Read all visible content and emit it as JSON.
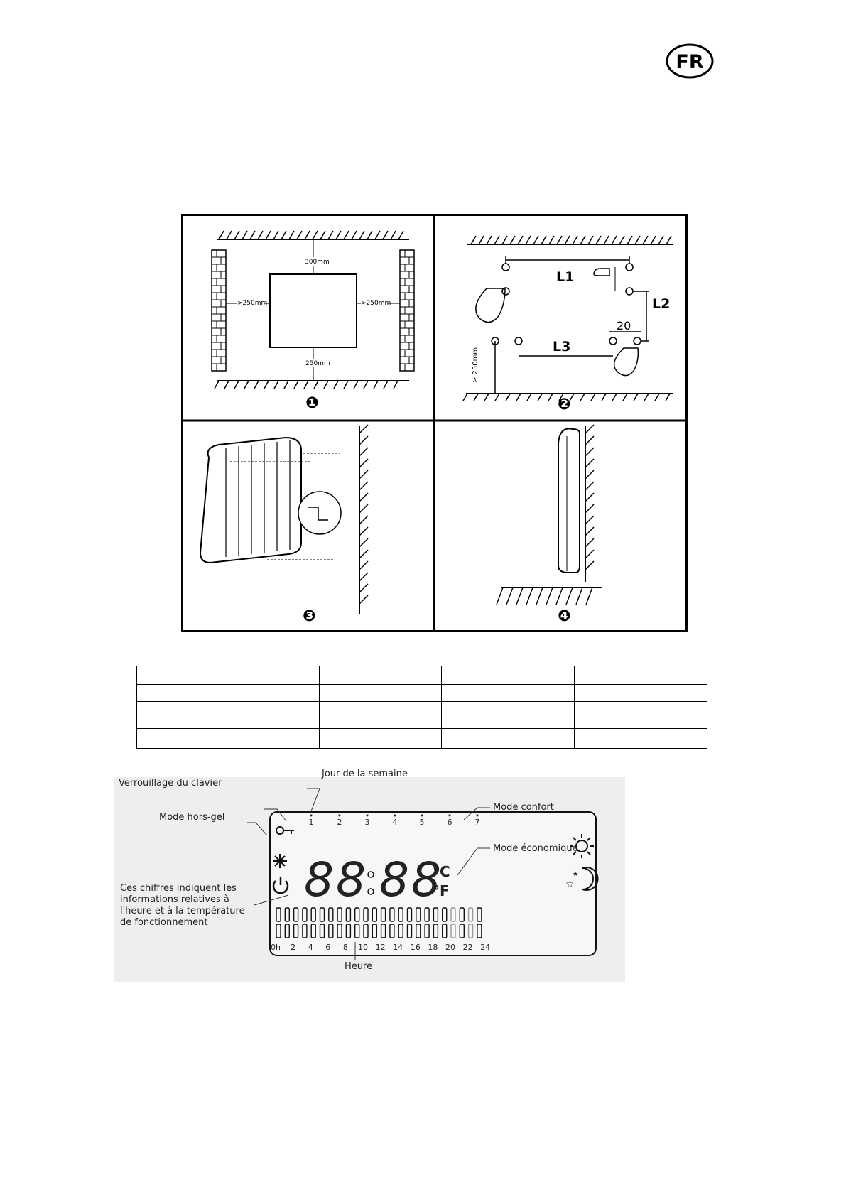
{
  "header": {
    "lang_badge": "FR"
  },
  "figures": {
    "panel1": {
      "number": "❶",
      "top_clearance": "300mm",
      "left_clearance": ">250mm",
      "right_clearance": ">250mm",
      "bottom_clearance": "250mm"
    },
    "panel2": {
      "number": "❷",
      "l1": "L1",
      "l2": "L2",
      "l3": "L3",
      "twenty": "20",
      "floor_clearance": "≥ 250mm"
    },
    "panel3": {
      "number": "❸"
    },
    "panel4": {
      "number": "❹"
    }
  },
  "spec_table": {
    "rows": [
      [
        "",
        "",
        "",
        "",
        ""
      ],
      [
        "",
        "",
        "",
        "",
        ""
      ],
      [
        "",
        "",
        "",
        "",
        ""
      ],
      [
        "",
        "",
        "",
        "",
        ""
      ]
    ]
  },
  "lcd": {
    "labels": {
      "keyboard_lock": "Verrouillage du clavier",
      "day_of_week": "Jour de la semaine",
      "frost_mode": "Mode hors-gel",
      "comfort_mode": "Mode confort",
      "eco_mode": "Mode économique",
      "digits_info_line1": "Ces chiffres indiquent les",
      "digits_info_line2": "informations relatives à",
      "digits_info_line3": "l'heure et à la température",
      "digits_info_line4": "de fonctionnement",
      "hour": "Heure"
    },
    "days": [
      "1",
      "2",
      "3",
      "4",
      "5",
      "6",
      "7"
    ],
    "hours": [
      "0h",
      "2",
      "4",
      "6",
      "8",
      "10",
      "12",
      "14",
      "16",
      "18",
      "20",
      "22",
      "24"
    ],
    "celsius": "°C",
    "fahrenheit": "°F",
    "digits": "88:88"
  },
  "icons": {
    "key": "key-icon",
    "snowflake": "snowflake-icon",
    "power": "power-icon",
    "sun": "sun-icon",
    "moon": "moon-star-icon"
  }
}
